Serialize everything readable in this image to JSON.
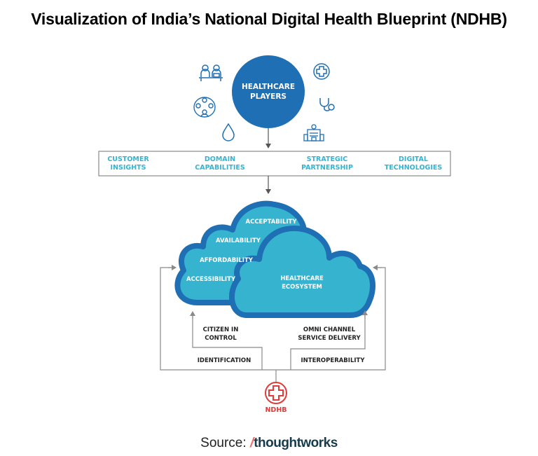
{
  "title": "Visualization of India’s National Digital Health Blueprint (NDHB)",
  "colors": {
    "dark_blue": "#1f6fb5",
    "cloud_fill": "#36b3cf",
    "teal_text": "#36b3cf",
    "ndhb_red": "#e23b3b",
    "connector_gray": "#8a8a8a",
    "brand_slash": "#f26f70",
    "brand_text": "#163b4d"
  },
  "healthcare_players": {
    "line1": "HEALTHCARE",
    "line2": "PLAYERS",
    "icons": [
      "people-at-desk-icon",
      "medical-cross-icon",
      "group-network-icon",
      "stethoscope-icon",
      "water-drop-icon",
      "hospital-building-icon"
    ]
  },
  "pillars": [
    {
      "line1": "CUSTOMER",
      "line2": "INSIGHTS"
    },
    {
      "line1": "DOMAIN",
      "line2": "CAPABILITIES"
    },
    {
      "line1": "STRATEGIC",
      "line2": "PARTNERSHIP"
    },
    {
      "line1": "DIGITAL",
      "line2": "TECHNOLOGIES"
    }
  ],
  "back_cloud": {
    "labels": [
      "ACCEPTABILITY",
      "AVAILABILITY",
      "AFFORDABILITY",
      "ACCESSIBILITY"
    ]
  },
  "front_cloud": {
    "line1": "HEALTHCARE",
    "line2": "ECOSYSTEM"
  },
  "connectors": {
    "citizen_in_control": {
      "line1": "CITIZEN IN",
      "line2": "CONTROL"
    },
    "omni_channel": {
      "line1": "OMNI CHANNEL",
      "line2": "SERVICE DELIVERY"
    },
    "identification": "IDENTIFICATION",
    "interoperability": "INTEROPERABILITY"
  },
  "ndhb": {
    "label": "NDHB",
    "icon": "medical-cross-icon"
  },
  "source": {
    "prefix": "Source:",
    "slash": "/",
    "brand": "thoughtworks"
  }
}
